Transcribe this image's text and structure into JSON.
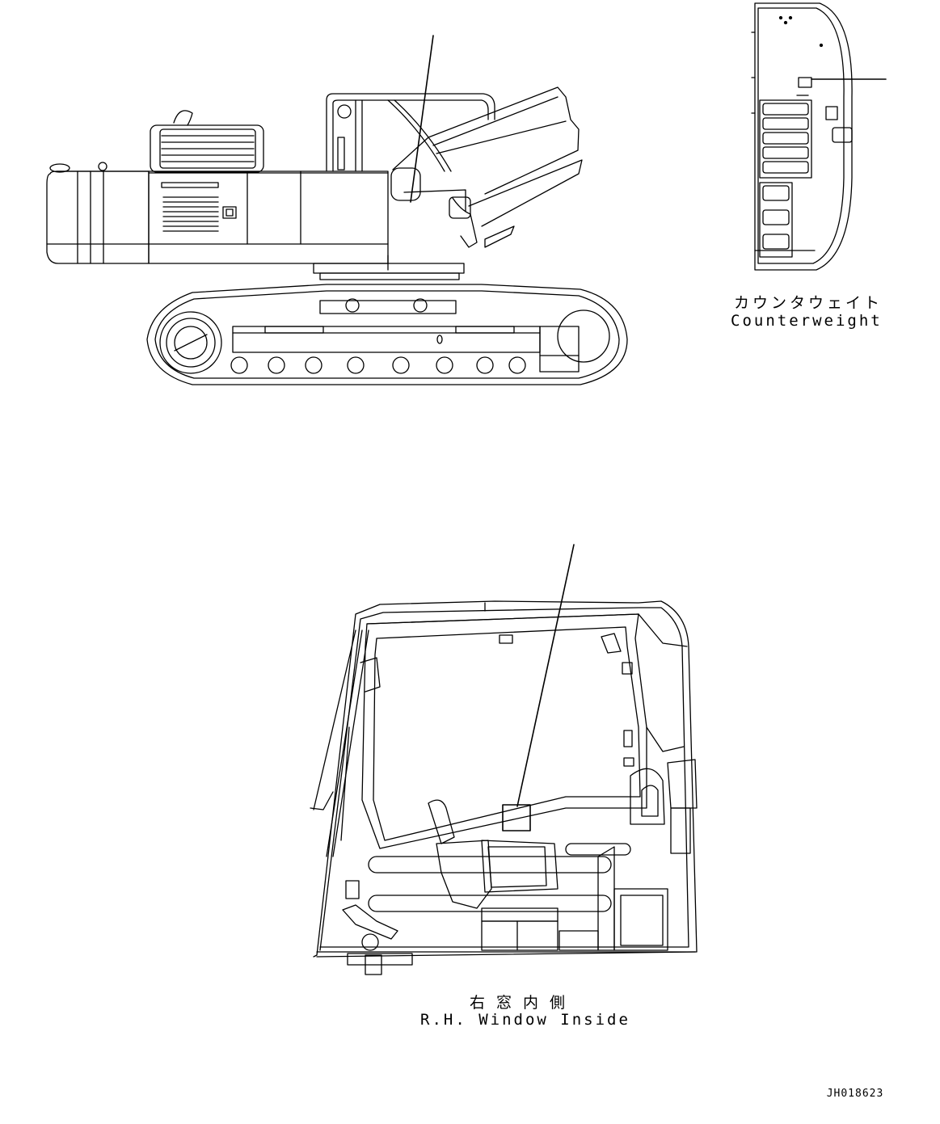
{
  "views": {
    "counterweight": {
      "label_jp": "カウンタウェイト",
      "label_en": "Counterweight"
    },
    "rh_window": {
      "label_jp": "右 窓 内 側",
      "label_en": "R.H. Window Inside"
    }
  },
  "drawing_code": "JH018623",
  "colors": {
    "line": "#000000",
    "background": "#ffffff"
  }
}
